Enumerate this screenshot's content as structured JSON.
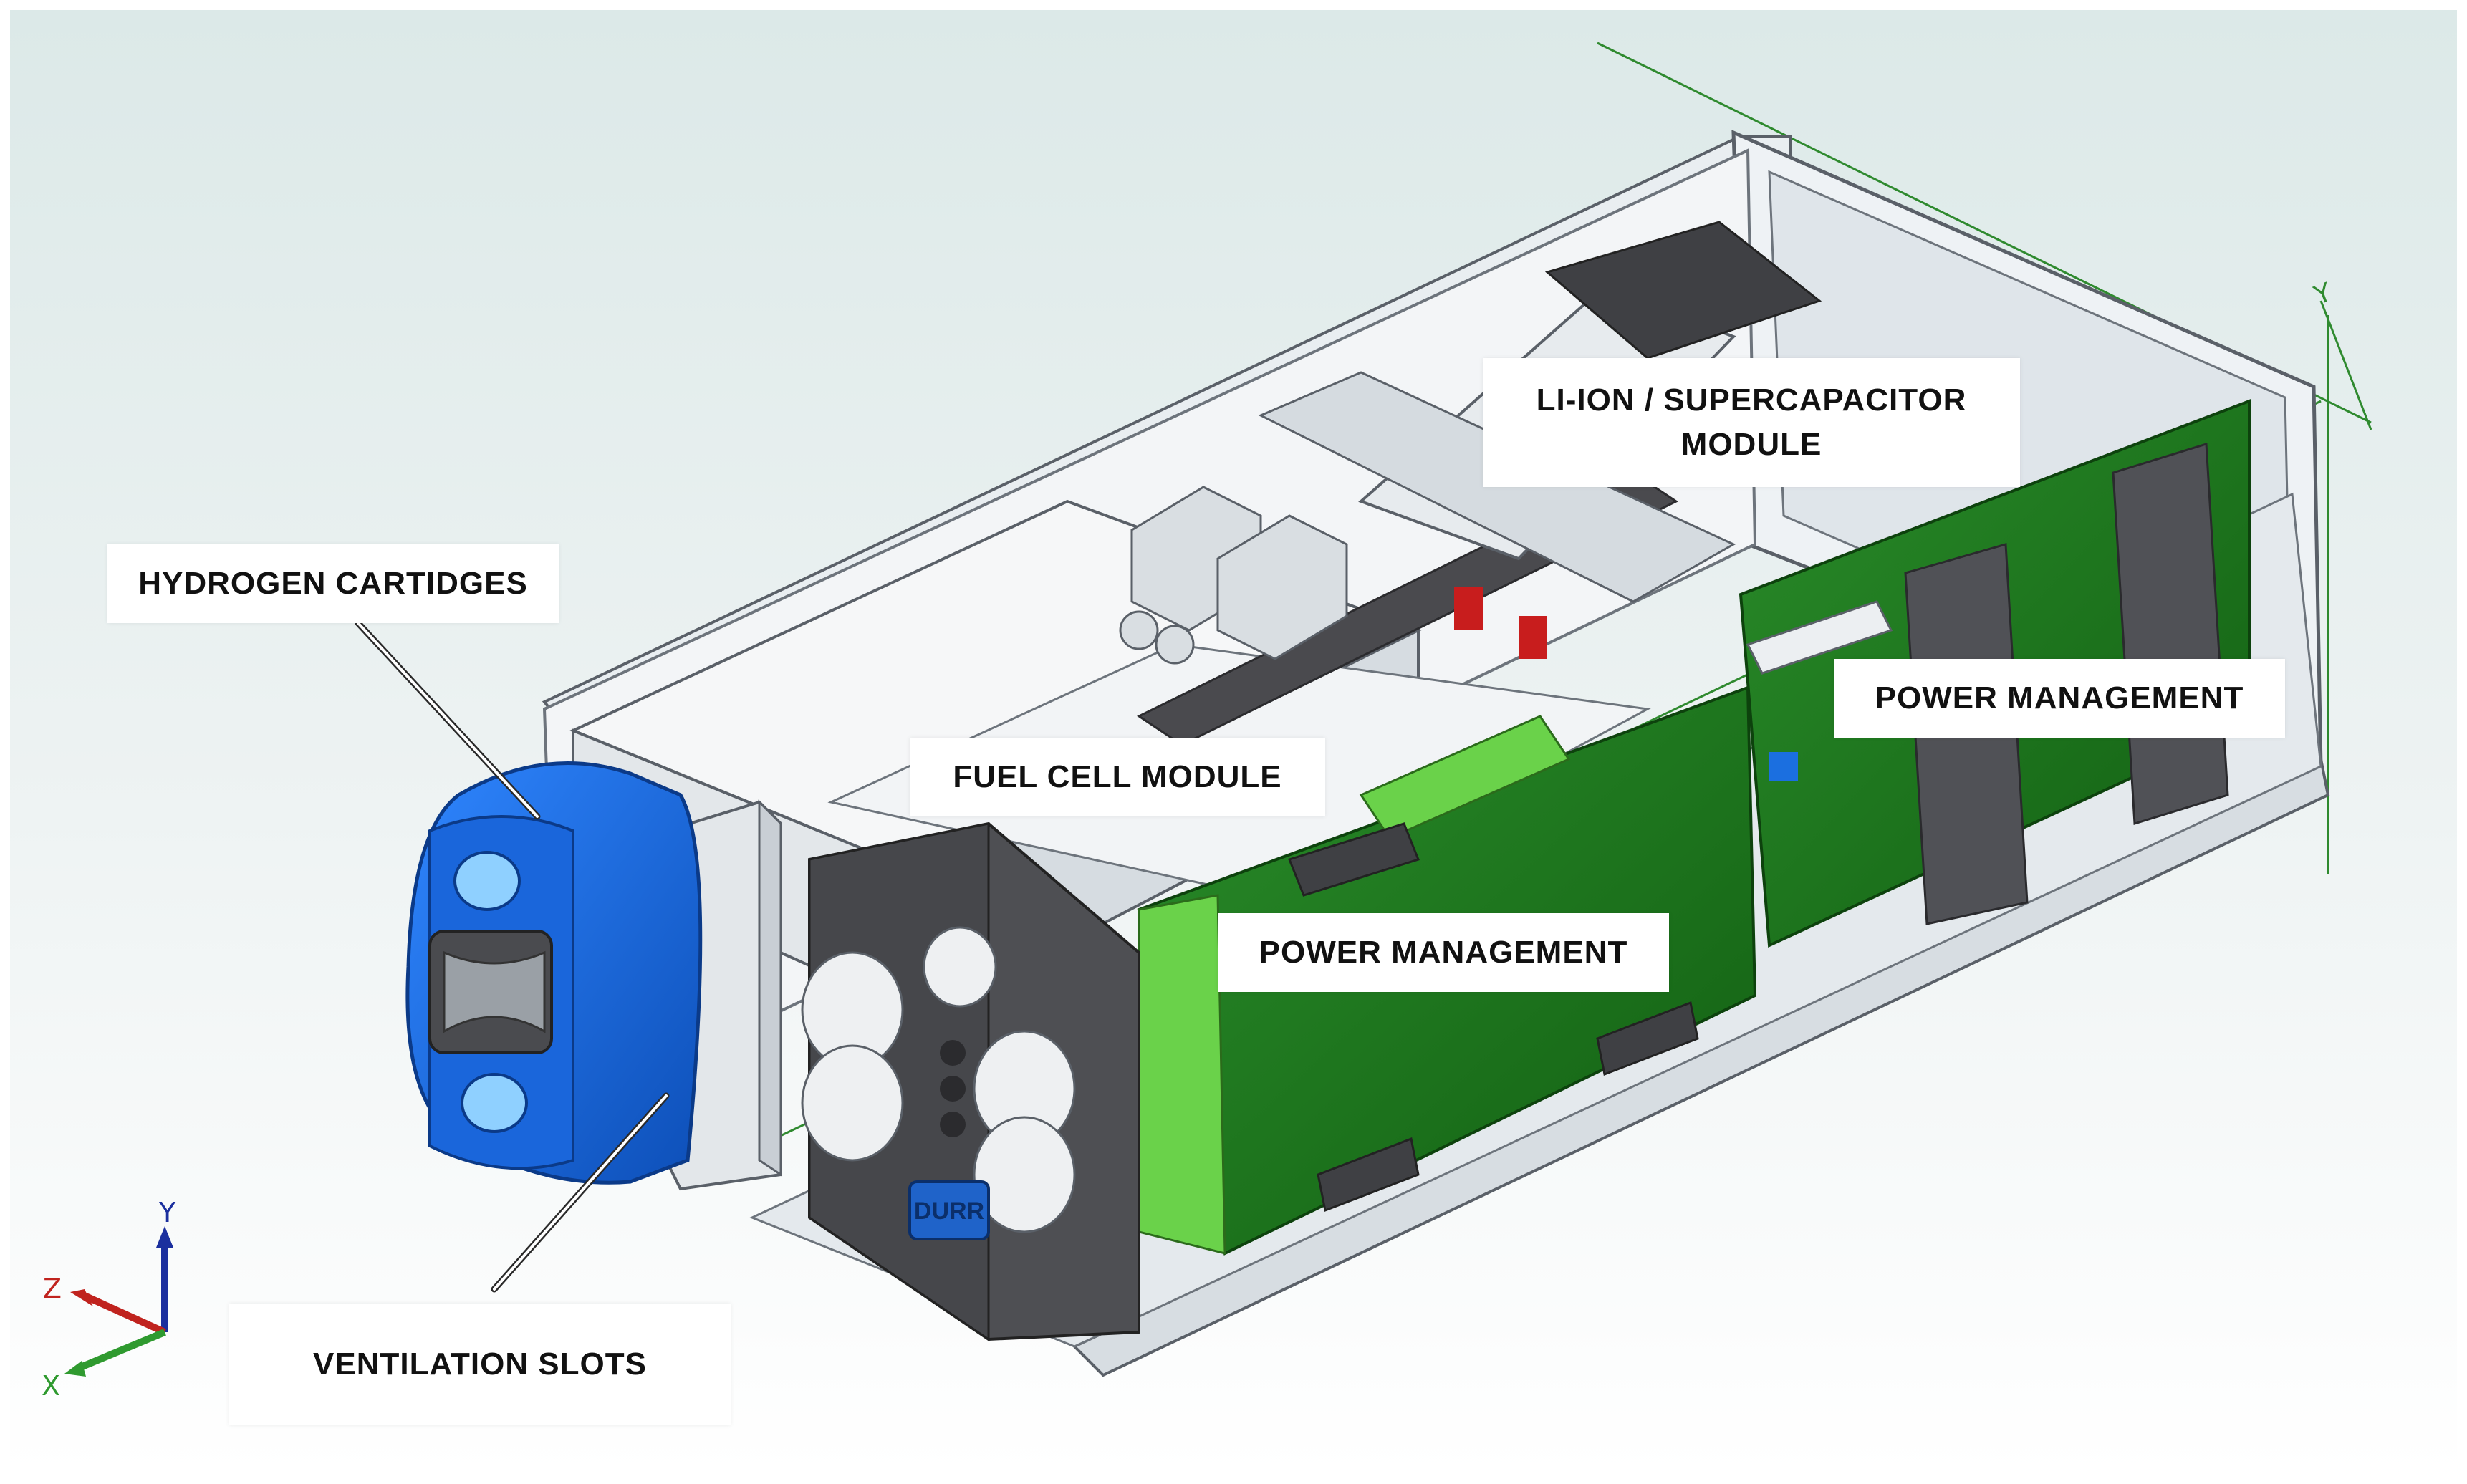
{
  "labels": {
    "hydrogen_cartridges": "HYDROGEN  CARTIDGES",
    "li_ion_line1": "LI-ION / SUPERCAPACITOR",
    "li_ion_line2": "MODULE",
    "fuel_cell_module": "FUEL CELL MODULE",
    "power_management_right": "POWER MANAGEMENT",
    "power_management_center": "POWER MANAGEMENT",
    "ventilation_slots": "VENTILATION SLOTS",
    "connector_text": "DURR"
  },
  "axes": {
    "x": "X",
    "y": "Y",
    "z": "Z"
  },
  "colors": {
    "background_top": "#dfeae9",
    "background_bottom": "#ffffff",
    "enclosure": "#e8ecef",
    "enclosure_edge": "#5a6068",
    "cartridge_blue": "#1f6fe0",
    "pcb_green": "#1e7a1e",
    "pcb_light_green": "#6ad24a",
    "dark_part": "#4a4a4e",
    "axis_x": "#2f9a2f",
    "axis_y": "#1b2f9e",
    "axis_z": "#c0231e",
    "guide_line": "#2f8a2f"
  }
}
